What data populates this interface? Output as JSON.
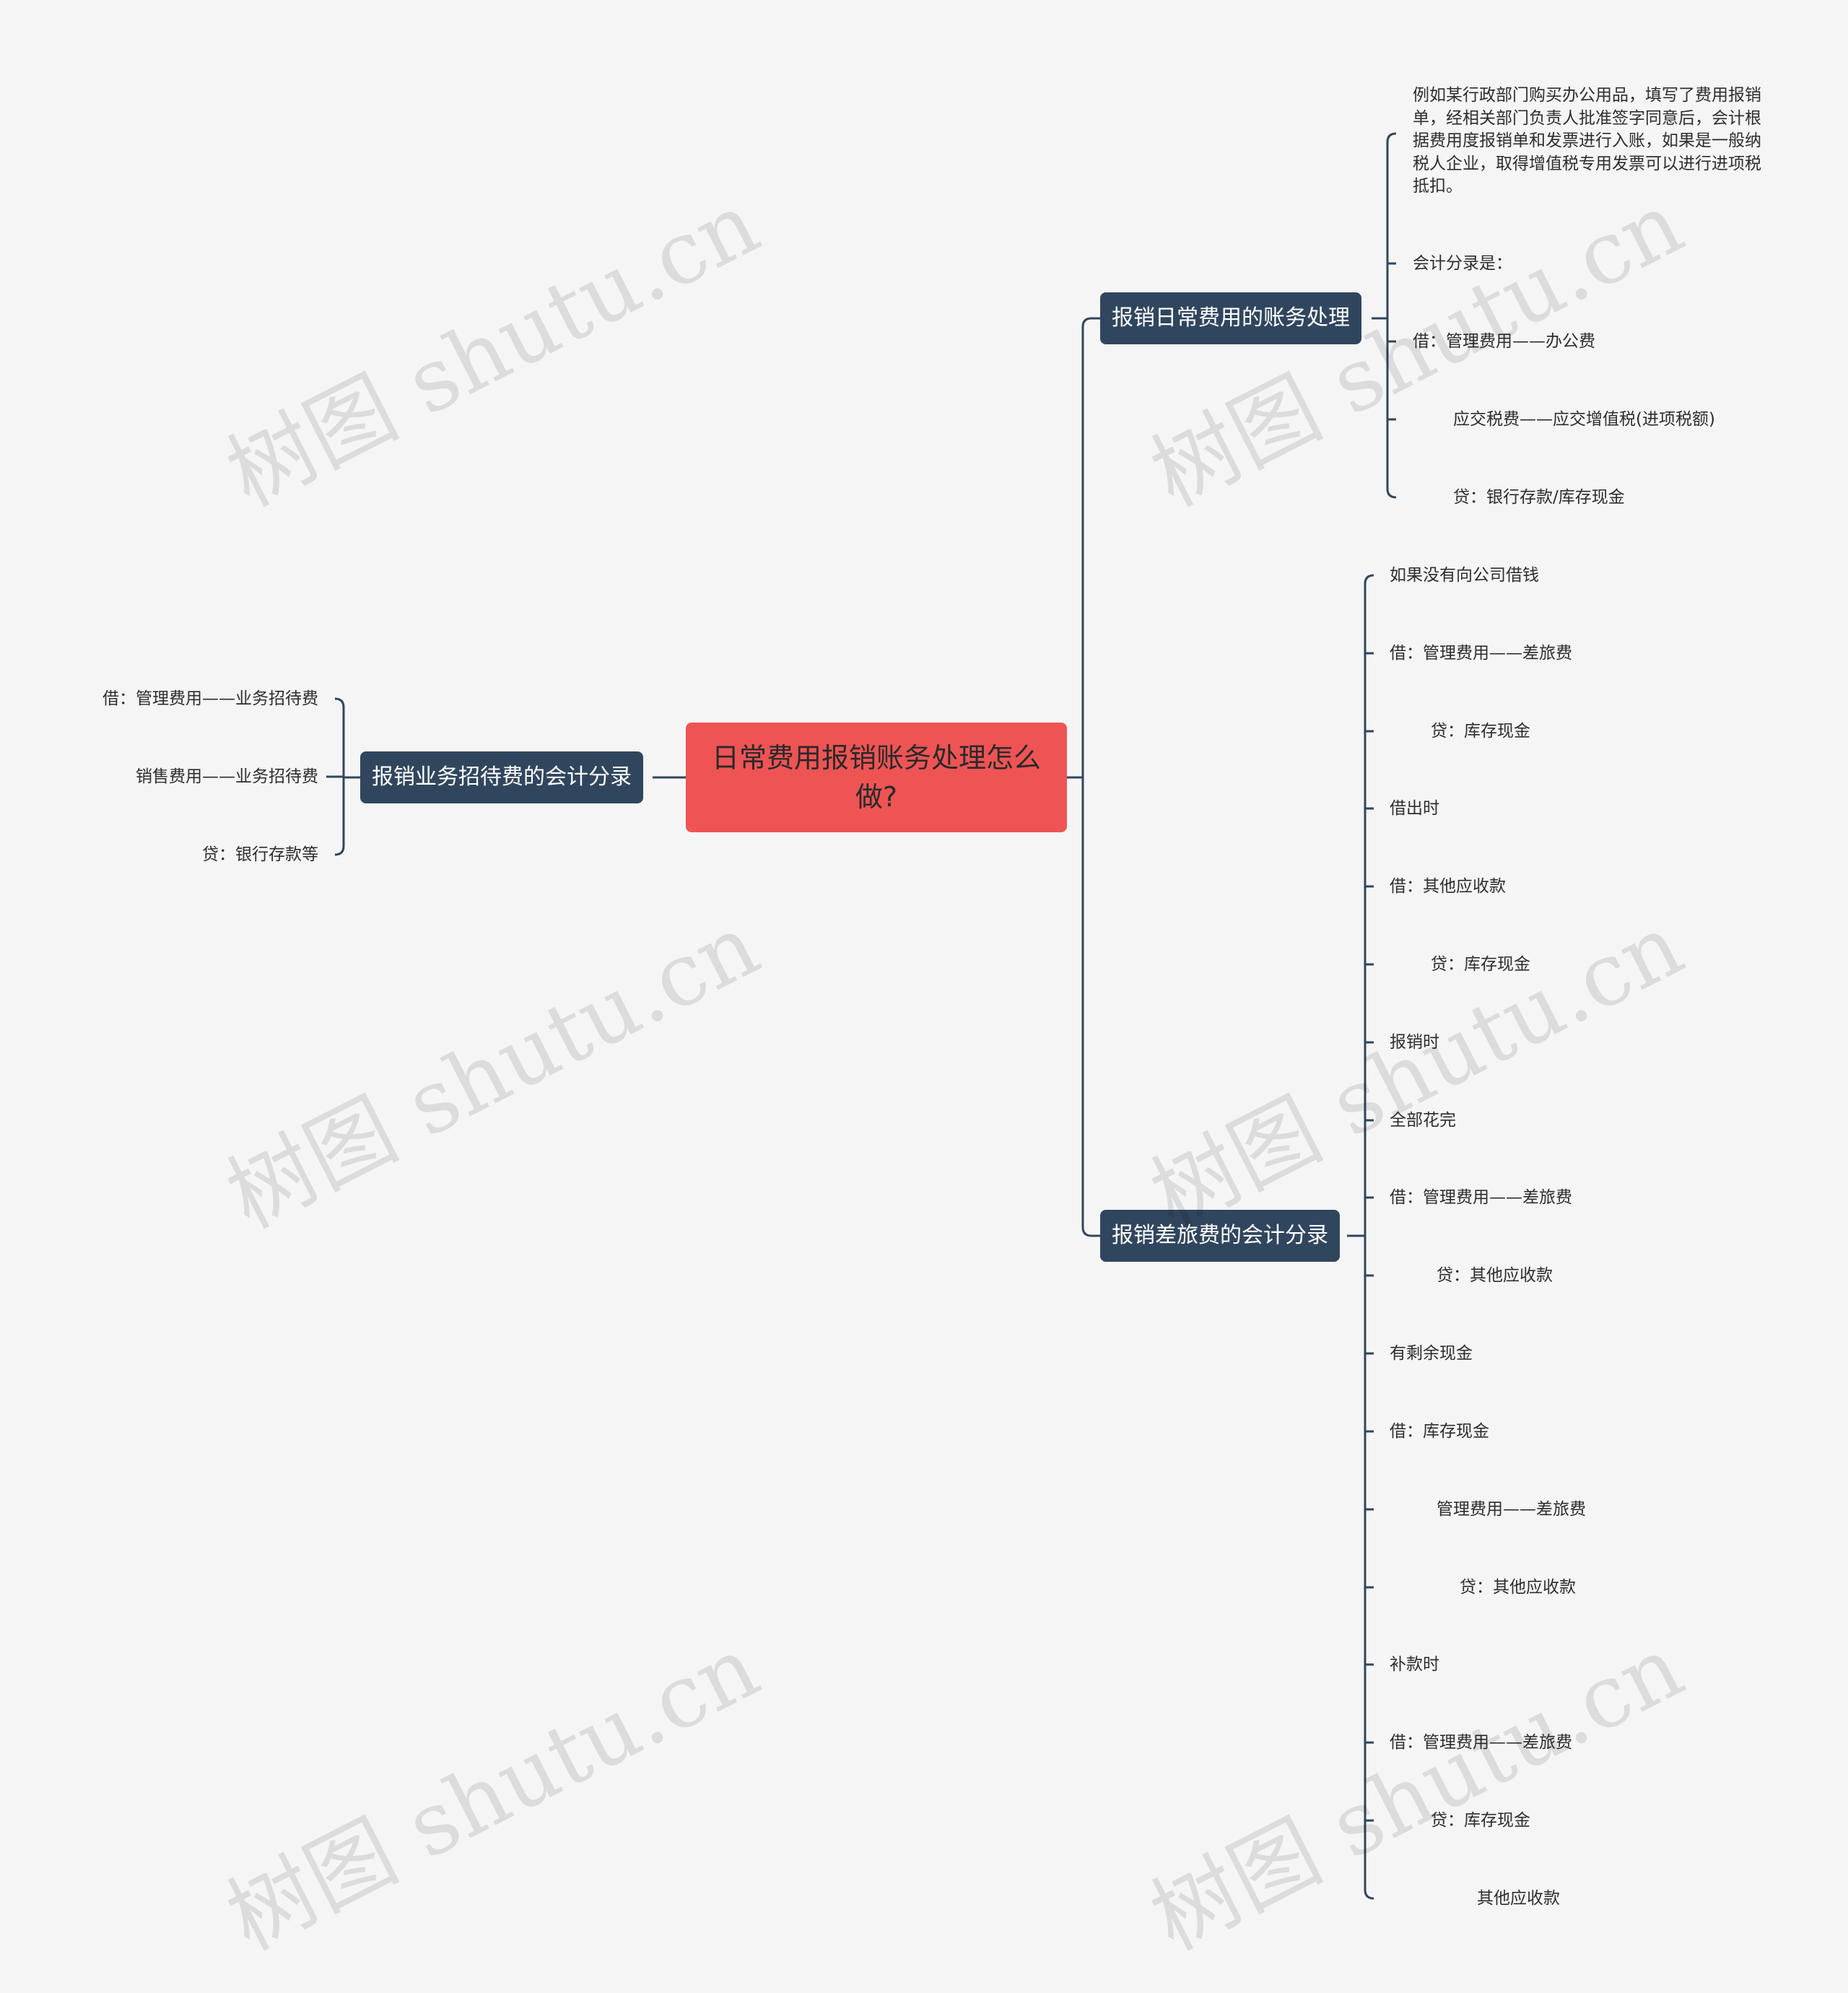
{
  "root": {
    "title": "日常费用报销账务处理怎么做?"
  },
  "branches": {
    "daily": {
      "label": "报销日常费用的账务处理",
      "items": [
        "例如某行政部门购买办公用品，填写了费用报销单，经相关部门负责人批准签字同意后，会计根据费用度报销单和发票进行入账，如果是一般纳税人企业，取得增值税专用发票可以进行进项税抵扣。",
        "会计分录是：",
        "借：管理费用——办公费",
        "应交税费——应交增值税(进项税额)",
        "贷：银行存款/库存现金"
      ]
    },
    "travel": {
      "label": "报销差旅费的会计分录",
      "items": [
        "如果没有向公司借钱",
        "借：管理费用——差旅费",
        "贷：库存现金",
        "借出时",
        "借：其他应收款",
        "贷：库存现金",
        "报销时",
        "全部花完",
        "借：管理费用——差旅费",
        "贷：其他应收款",
        "有剩余现金",
        "借：库存现金",
        "管理费用——差旅费",
        "贷：其他应收款",
        "补款时",
        "借：管理费用——差旅费",
        "贷：库存现金",
        "其他应收款"
      ]
    },
    "entertain": {
      "label": "报销业务招待费的会计分录",
      "items": [
        "借：管理费用——业务招待费",
        "销售费用——业务招待费",
        "贷：银行存款等"
      ]
    }
  },
  "watermark": "树图 shutu.cn",
  "colors": {
    "background": "#f5f5f5",
    "root": "#ef5455",
    "branch": "#30465e",
    "line": "#30465e",
    "text": "#2d2d2d"
  }
}
